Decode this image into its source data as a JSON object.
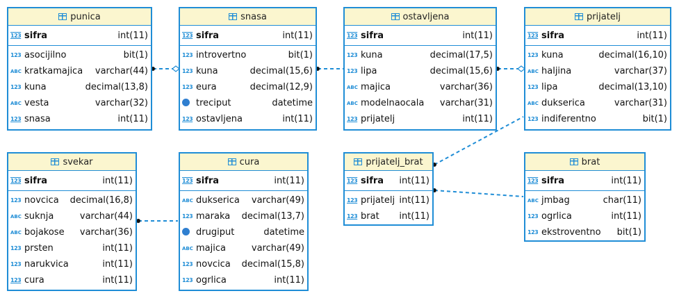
{
  "tables": {
    "punica": {
      "name": "punica",
      "pk": {
        "name": "sifra",
        "type": "int(11)"
      },
      "fields": [
        {
          "icon": "123",
          "name": "asocijilno",
          "type": "bit(1)"
        },
        {
          "icon": "ABC",
          "name": "kratkamajica",
          "type": "varchar(44)"
        },
        {
          "icon": "123",
          "name": "kuna",
          "type": "decimal(13,8)"
        },
        {
          "icon": "ABC",
          "name": "vesta",
          "type": "varchar(32)"
        },
        {
          "icon": "123fk",
          "name": "snasa",
          "type": "int(11)"
        }
      ]
    },
    "snasa": {
      "name": "snasa",
      "pk": {
        "name": "sifra",
        "type": "int(11)"
      },
      "fields": [
        {
          "icon": "123",
          "name": "introvertno",
          "type": "bit(1)"
        },
        {
          "icon": "123",
          "name": "kuna",
          "type": "decimal(15,6)"
        },
        {
          "icon": "123",
          "name": "eura",
          "type": "decimal(12,9)"
        },
        {
          "icon": "clock",
          "name": "treciput",
          "type": "datetime"
        },
        {
          "icon": "123fk",
          "name": "ostavljena",
          "type": "int(11)"
        }
      ]
    },
    "ostavljena": {
      "name": "ostavljena",
      "pk": {
        "name": "sifra",
        "type": "int(11)"
      },
      "fields": [
        {
          "icon": "123",
          "name": "kuna",
          "type": "decimal(17,5)"
        },
        {
          "icon": "123",
          "name": "lipa",
          "type": "decimal(15,6)"
        },
        {
          "icon": "ABC",
          "name": "majica",
          "type": "varchar(36)"
        },
        {
          "icon": "ABC",
          "name": "modelnaocala",
          "type": "varchar(31)"
        },
        {
          "icon": "123fk",
          "name": "prijatelj",
          "type": "int(11)"
        }
      ]
    },
    "prijatelj": {
      "name": "prijatelj",
      "pk": {
        "name": "sifra",
        "type": "int(11)"
      },
      "fields": [
        {
          "icon": "123",
          "name": "kuna",
          "type": "decimal(16,10)"
        },
        {
          "icon": "ABC",
          "name": "haljina",
          "type": "varchar(37)"
        },
        {
          "icon": "123",
          "name": "lipa",
          "type": "decimal(13,10)"
        },
        {
          "icon": "ABC",
          "name": "dukserica",
          "type": "varchar(31)"
        },
        {
          "icon": "123",
          "name": "indiferentno",
          "type": "bit(1)"
        }
      ]
    },
    "svekar": {
      "name": "svekar",
      "pk": {
        "name": "sifra",
        "type": "int(11)"
      },
      "fields": [
        {
          "icon": "123",
          "name": "novcica",
          "type": "decimal(16,8)"
        },
        {
          "icon": "ABC",
          "name": "suknja",
          "type": "varchar(44)"
        },
        {
          "icon": "ABC",
          "name": "bojakose",
          "type": "varchar(36)"
        },
        {
          "icon": "123",
          "name": "prsten",
          "type": "int(11)"
        },
        {
          "icon": "123",
          "name": "narukvica",
          "type": "int(11)"
        },
        {
          "icon": "123fk",
          "name": "cura",
          "type": "int(11)"
        }
      ]
    },
    "cura": {
      "name": "cura",
      "pk": {
        "name": "sifra",
        "type": "int(11)"
      },
      "fields": [
        {
          "icon": "ABC",
          "name": "dukserica",
          "type": "varchar(49)"
        },
        {
          "icon": "123",
          "name": "maraka",
          "type": "decimal(13,7)"
        },
        {
          "icon": "clock",
          "name": "drugiput",
          "type": "datetime"
        },
        {
          "icon": "ABC",
          "name": "majica",
          "type": "varchar(49)"
        },
        {
          "icon": "123",
          "name": "novcica",
          "type": "decimal(15,8)"
        },
        {
          "icon": "123",
          "name": "ogrlica",
          "type": "int(11)"
        }
      ]
    },
    "prijatelj_brat": {
      "name": "prijatelj_brat",
      "pk": {
        "name": "sifra",
        "type": "int(11)"
      },
      "fields": [
        {
          "icon": "123fk",
          "name": "prijatelj",
          "type": "int(11)"
        },
        {
          "icon": "123fk",
          "name": "brat",
          "type": "int(11)"
        }
      ]
    },
    "brat": {
      "name": "brat",
      "pk": {
        "name": "sifra",
        "type": "int(11)"
      },
      "fields": [
        {
          "icon": "ABC",
          "name": "jmbag",
          "type": "char(11)"
        },
        {
          "icon": "123",
          "name": "ogrlica",
          "type": "int(11)"
        },
        {
          "icon": "123",
          "name": "ekstroventno",
          "type": "bit(1)"
        }
      ]
    }
  },
  "colors": {
    "border": "#1f8dd6",
    "header_bg": "#fbf6cf",
    "link": "#1f8dd6"
  }
}
